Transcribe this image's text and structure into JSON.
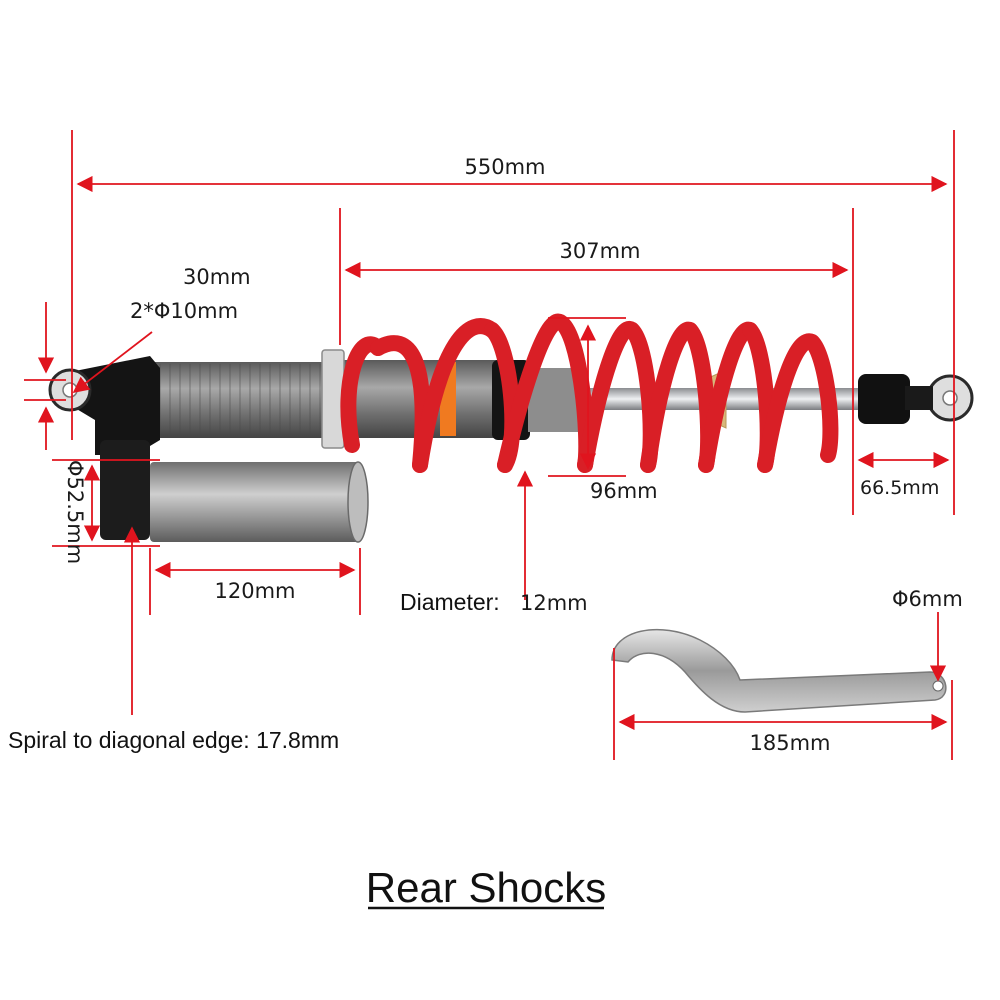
{
  "title": "Rear Shocks",
  "dimensions": {
    "overall_length": "550mm",
    "spring_length": "307mm",
    "eye_width": "30mm",
    "eye_holes": "2*Φ10mm",
    "reservoir_diameter": "Φ52.5mm",
    "reservoir_length": "120mm",
    "spring_outer": "96mm",
    "end_length": "66.5mm",
    "wrench_hole": "Φ6mm",
    "wrench_length": "185mm"
  },
  "callouts": {
    "wire_diameter_label": "Diameter:",
    "wire_diameter_value": "12mm",
    "spiral_note": "Spiral to diagonal edge: 17.8mm"
  },
  "colors": {
    "dimension_line": "#e0141e",
    "spring": "#d91f26",
    "body": "#7d7d7d",
    "bracket": "#111111",
    "rod": "#c7c9cc",
    "bumper": "#d8b77a"
  }
}
